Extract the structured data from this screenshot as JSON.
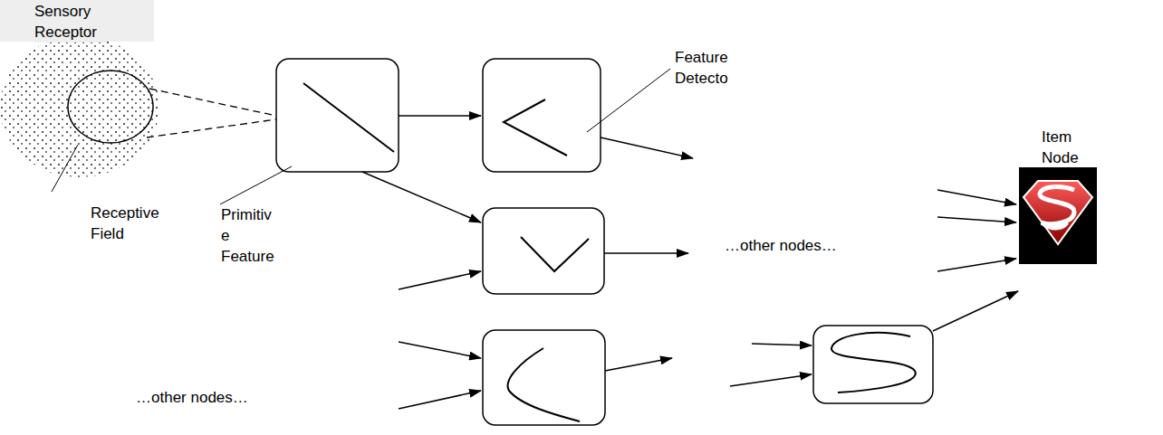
{
  "diagram": {
    "labels": [
      "Sensory Receptor",
      "Feature Detecto",
      "Item Node",
      "Receptive Field",
      "Primitiv e Feature",
      "…other nodes…",
      "…other nodes…"
    ]
  }
}
